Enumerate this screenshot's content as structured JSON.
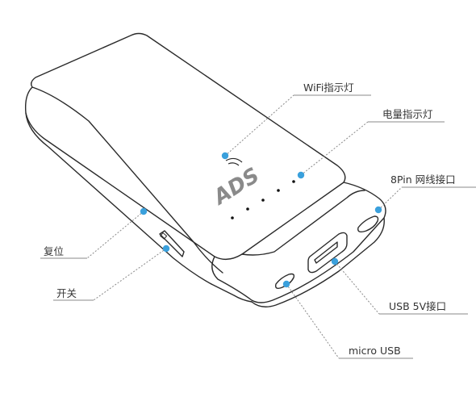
{
  "labels": {
    "wifi_indicator": "WiFi指示灯",
    "battery_indicator": "电量指示灯",
    "ethernet_port": "8Pin 网线接口",
    "reset": "复位",
    "power_switch": "开关",
    "usb_5v_port": "USB 5V接口",
    "micro_usb": "micro USB"
  },
  "logo_text": "ADS",
  "colors": {
    "callout_dot": "#3aa0dc",
    "outline": "#2a2a2a",
    "leader": "#8a8a8a"
  }
}
